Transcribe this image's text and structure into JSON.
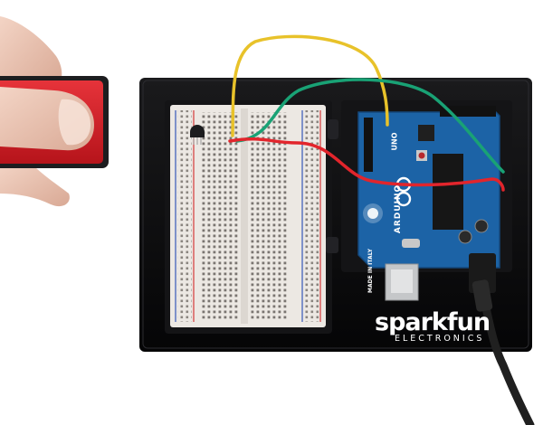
{
  "brand": {
    "name": "sparkfun",
    "subtitle": "ELECTRONICS"
  },
  "board": {
    "model_label": "UNO",
    "maker_label": "ARDUINO",
    "origin_label": "MADE IN ITALY"
  },
  "colors": {
    "base_black": "#0c0c0d",
    "breadboard": "#ece8e3",
    "board_blue": "#1c63a6",
    "wire_yellow": "#e8c22a",
    "wire_green": "#19a275",
    "wire_red": "#e2252c",
    "button_red": "#d11c24"
  }
}
